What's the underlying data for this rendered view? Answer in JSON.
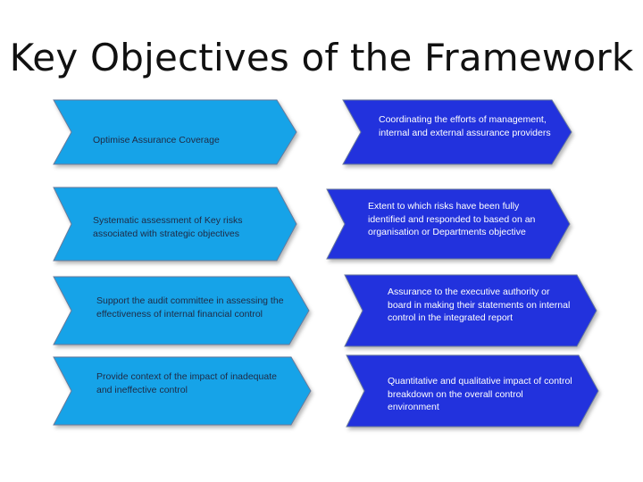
{
  "slide": {
    "title": "Key Objectives of the Framework"
  },
  "colors": {
    "left_fill": "#14a3e8",
    "right_fill": "#2233dd",
    "outline": "#6a7a9a",
    "left_text": "#1f2a44",
    "right_text": "#ffffff"
  },
  "rows": [
    {
      "left": "Optimise Assurance Coverage",
      "right": "Coordinating the efforts of management, internal and external assurance providers"
    },
    {
      "left": "Systematic assessment of Key risks associated with strategic objectives",
      "right": "Extent to which risks have been fully identified and responded to based on an organisation or Departments objective"
    },
    {
      "left": "Support the audit committee in assessing the effectiveness of internal financial control",
      "right": "Assurance to the executive authority or board in making their statements on internal control in the integrated report"
    },
    {
      "left": "Provide context of the impact of inadequate and ineffective control",
      "right": "Quantitative and qualitative impact of control breakdown on the overall control environment"
    }
  ]
}
